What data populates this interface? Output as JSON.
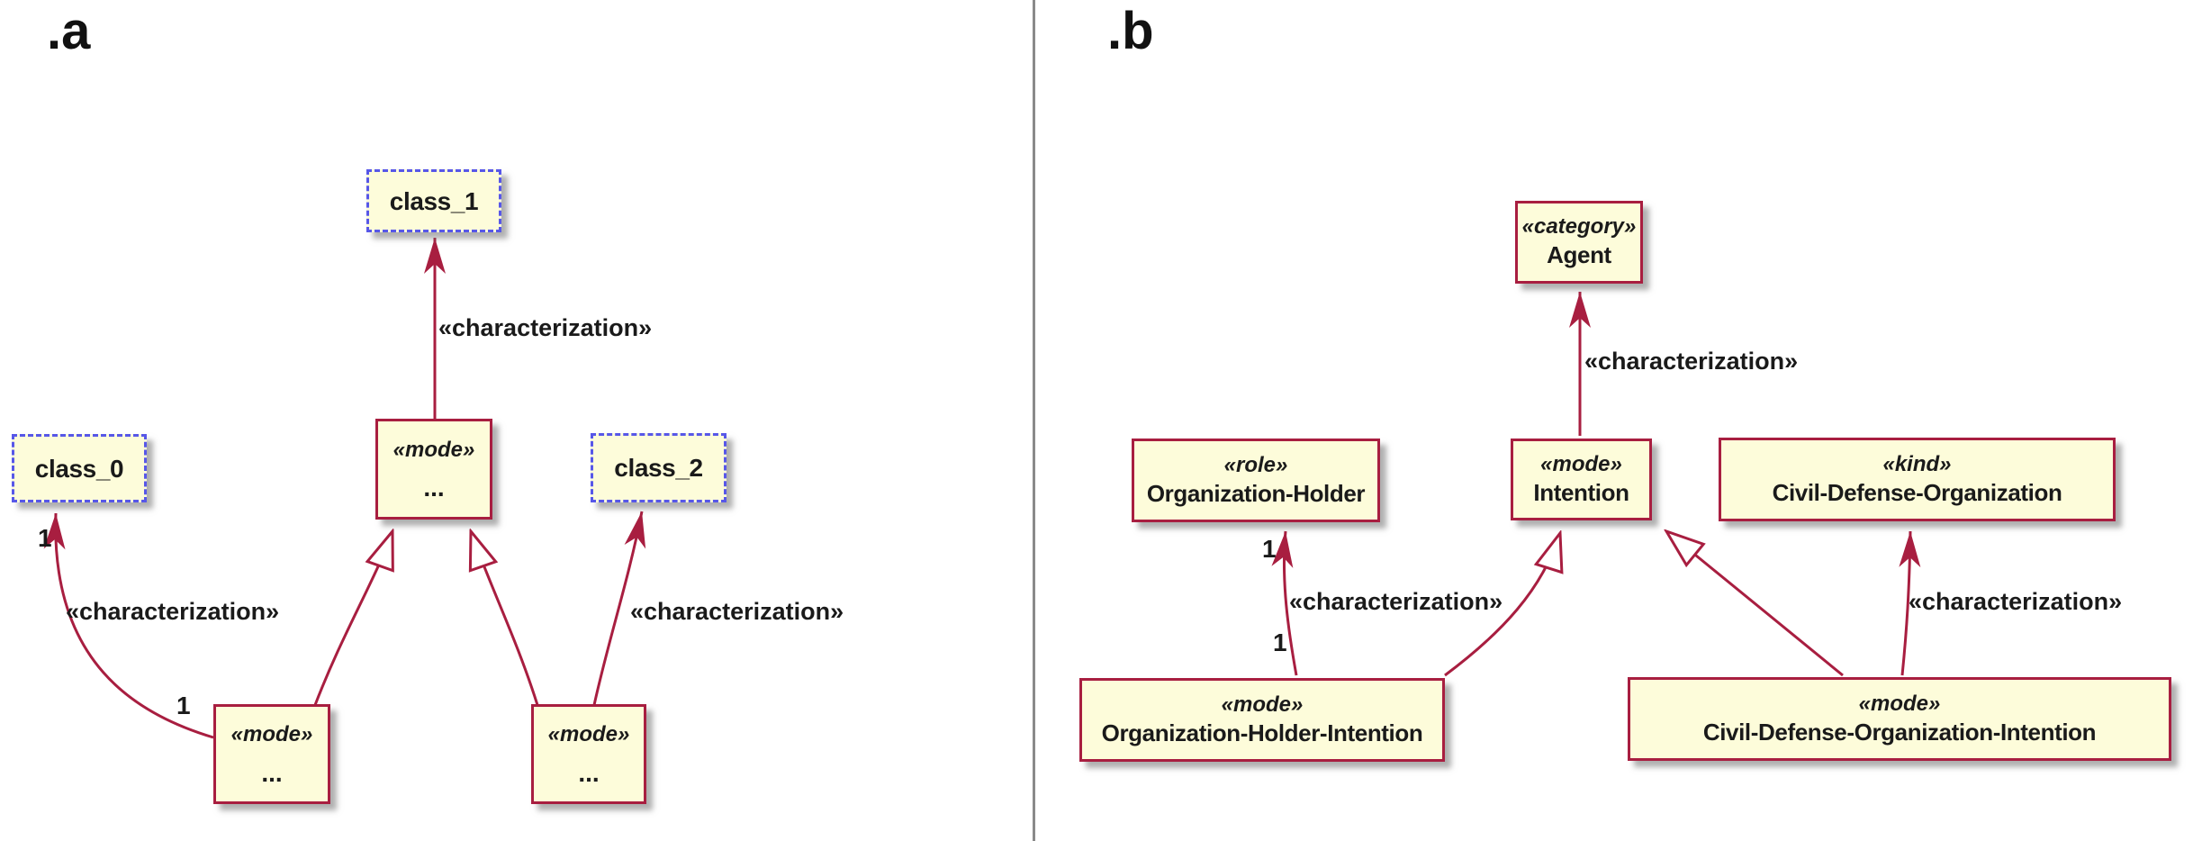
{
  "figure": {
    "type": "uml-class-diagram",
    "description_visible_only": "Two-panel UML stereotype diagram"
  },
  "colors": {
    "box_fill": "#FDFCDA",
    "box_border": "#A81E40",
    "dashed_class_border": "#5757E8",
    "edge_color": "#A81E40",
    "divider_gray": "#8A8A8A",
    "text": "#1A1A1A"
  },
  "panel_a": {
    "label": ".a",
    "dashed_classes": {
      "class0": "class_0",
      "class1": "class_1",
      "class2": "class_2"
    },
    "mode_stereotype": "«mode»",
    "mode_ellipsis": "...",
    "characterization_label": "«characterization»",
    "multiplicity_one": "1"
  },
  "panel_b": {
    "label": ".b",
    "boxes": {
      "agent": {
        "stereotype": "«category»",
        "name": "Agent"
      },
      "organization_holder": {
        "stereotype": "«role»",
        "name": "Organization-Holder"
      },
      "intention": {
        "stereotype": "«mode»",
        "name": "Intention"
      },
      "civil_defense_organization": {
        "stereotype": "«kind»",
        "name": "Civil-Defense-Organization"
      },
      "organization_holder_intention": {
        "stereotype": "«mode»",
        "name": "Organization-Holder-Intention"
      },
      "civil_defense_organization_intention": {
        "stereotype": "«mode»",
        "name": "Civil-Defense-Organization-Intention"
      }
    },
    "characterization_label": "«characterization»",
    "multiplicity_one": "1"
  }
}
